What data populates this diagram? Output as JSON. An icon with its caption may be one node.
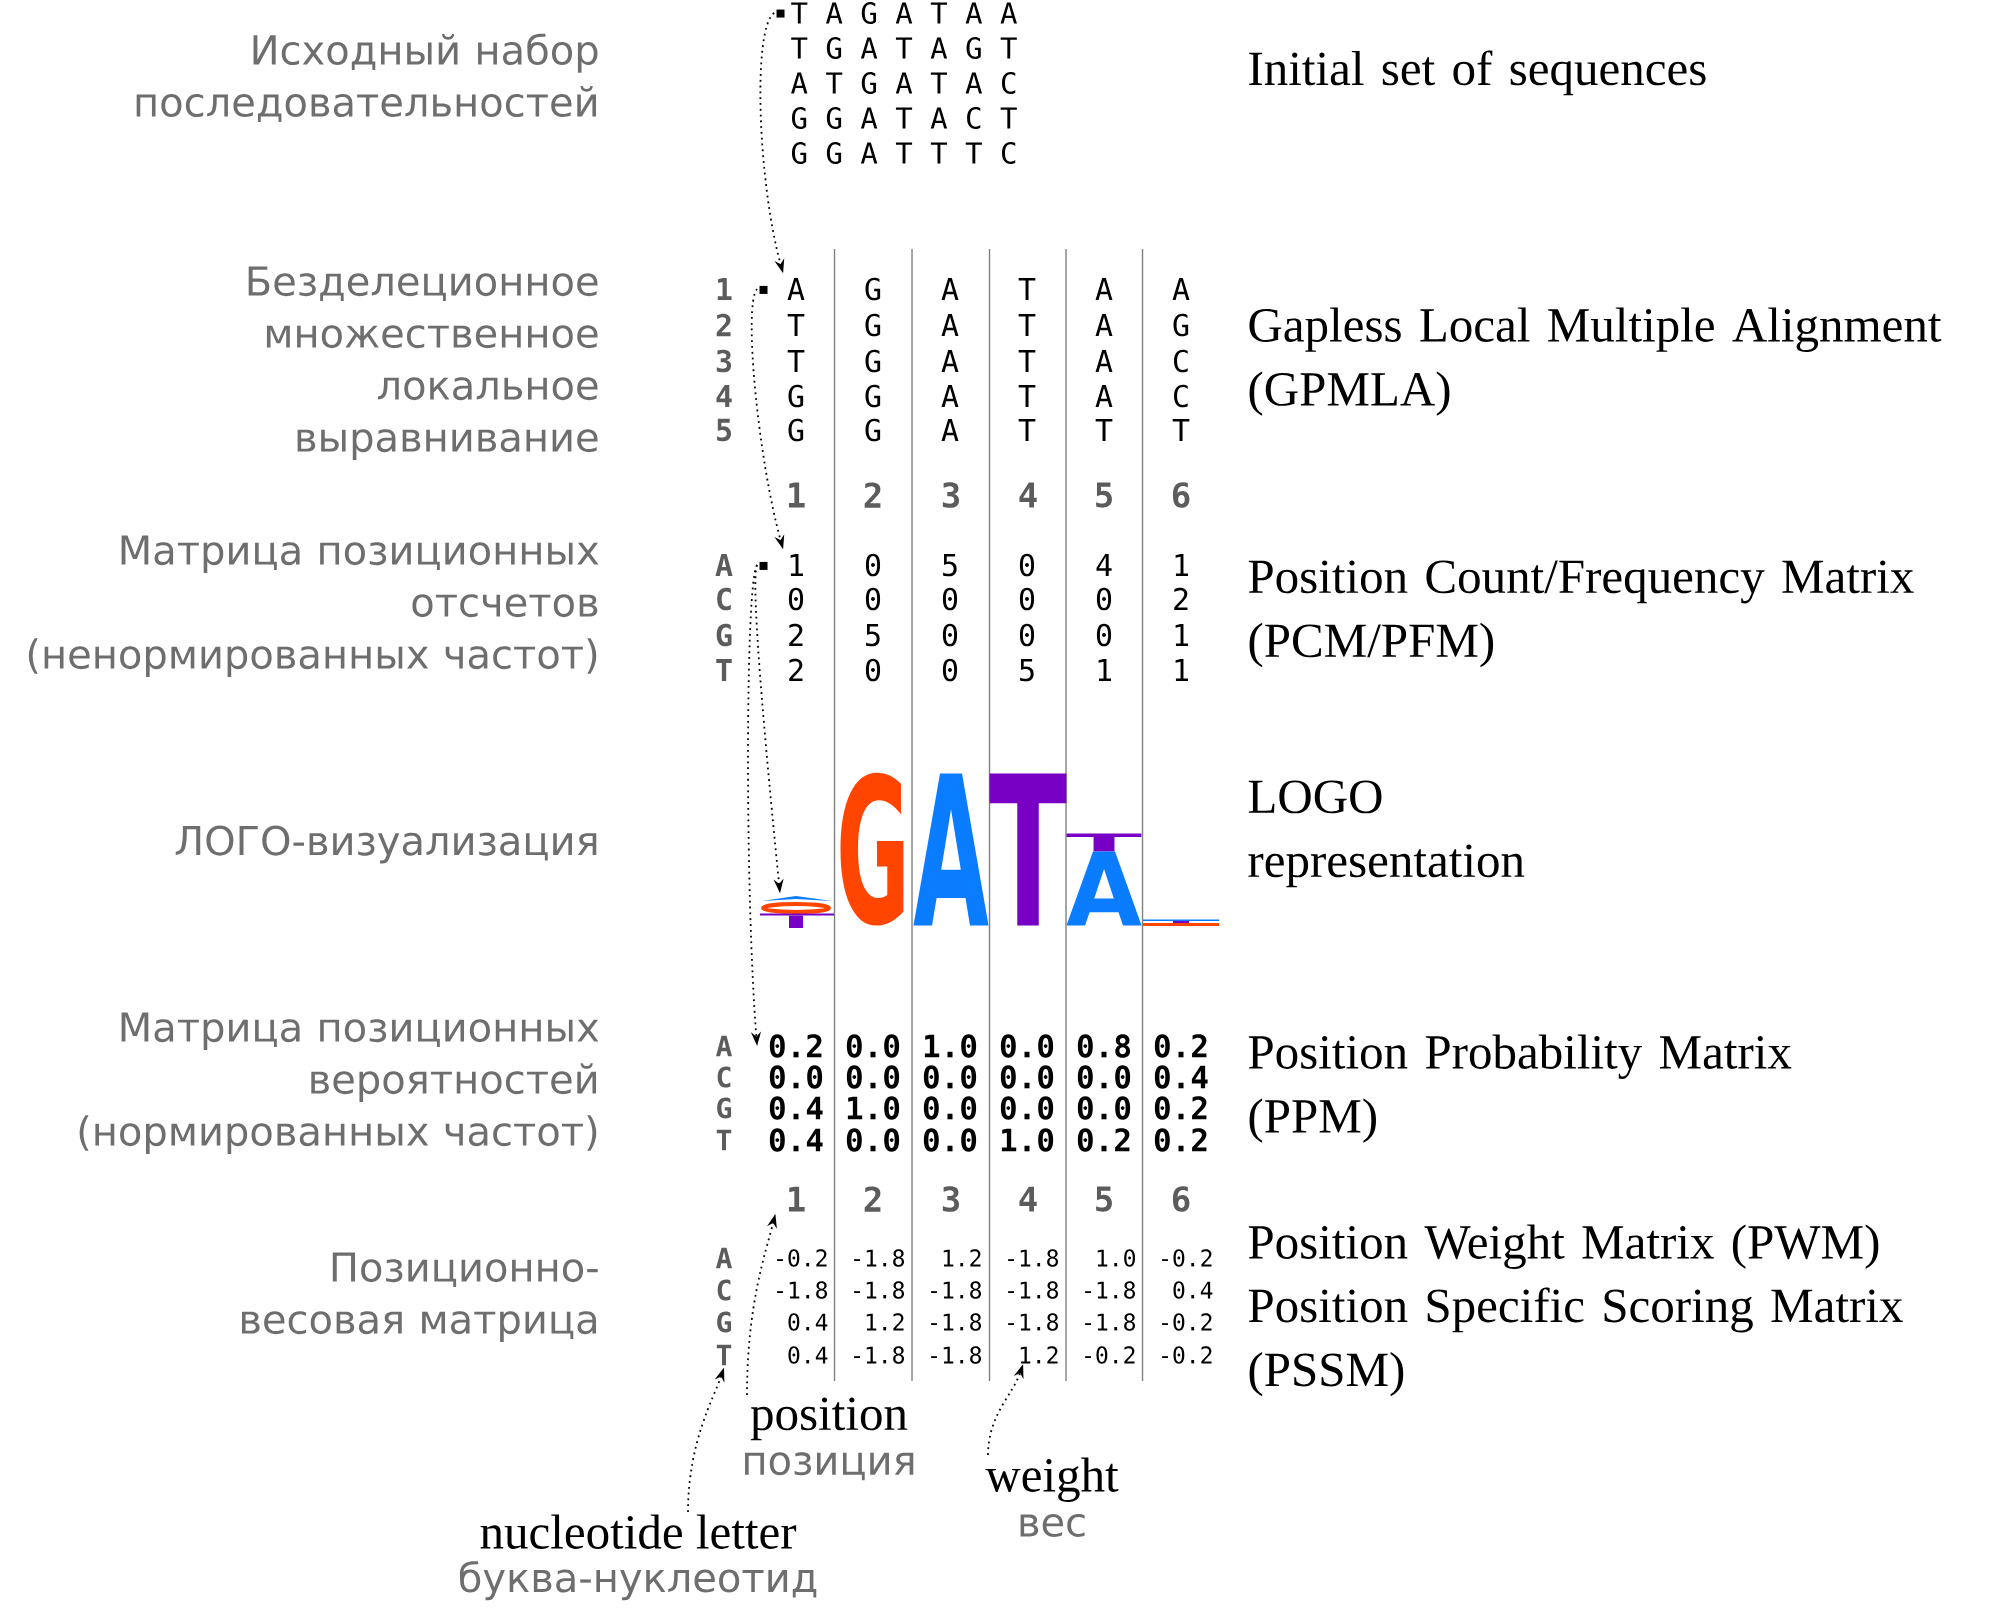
{
  "diagram": {
    "nodes": [
      {
        "text": [
          "T A G A T A A"
        ]
      },
      {
        "text": [
          "T G A T A G T"
        ]
      },
      {
        "text": [
          "A T G A T A C"
        ]
      },
      {
        "text": [
          "G G A T A C T"
        ]
      },
      {
        "text": [
          "G G A T T T C"
        ]
      },
      {
        "text": [
          "A",
          "G",
          "A",
          "T",
          "A",
          "A"
        ]
      },
      {
        "text": [
          "T",
          "G",
          "A",
          "T",
          "A",
          "G"
        ]
      },
      {
        "text": [
          "T",
          "G",
          "A",
          "T",
          "A",
          "C"
        ]
      },
      {
        "text": [
          "G",
          "G",
          "A",
          "T",
          "A",
          "C"
        ]
      },
      {
        "text": [
          "G",
          "G",
          "A",
          "T",
          "T",
          "T"
        ]
      },
      {
        "text": [
          "1",
          "0",
          "5",
          "0",
          "4",
          "1"
        ]
      },
      {
        "text": [
          "0",
          "0",
          "0",
          "0",
          "0",
          "2"
        ]
      },
      {
        "text": [
          "2",
          "5",
          "0",
          "0",
          "0",
          "1"
        ]
      },
      {
        "text": [
          "2",
          "0",
          "0",
          "5",
          "1",
          "1"
        ]
      },
      {
        "text": [],
        "shape": "picture"
      },
      {
        "text": [
          "G"
        ]
      },
      {
        "text": [
          "A"
        ]
      },
      {
        "text": [
          "T"
        ]
      },
      {
        "text": [
          "T",
          "A"
        ]
      },
      {
        "text": [],
        "shape": "picture"
      },
      {
        "text": [
          "0.2",
          "0.0",
          "1.0",
          "0.0",
          "0.8",
          "0.2"
        ]
      },
      {
        "text": [
          "0.0",
          "0.0",
          "0.0",
          "0.0",
          "0.0",
          "0.4"
        ]
      },
      {
        "text": [
          "0.4",
          "1.0",
          "0.0",
          "0.0",
          "0.0",
          "0.2"
        ]
      },
      {
        "text": [
          "0.4",
          "0.0",
          "0.0",
          "1.0",
          "0.2",
          "0.2"
        ]
      },
      {
        "text": [
          "1"
        ]
      },
      {
        "text": [
          "-0.2",
          "-1.8",
          "1.2",
          "-1.8",
          "1.0",
          "-0.2"
        ]
      },
      {
        "text": [
          "-1.8",
          "-1.8",
          "-1.8",
          "-1.8",
          "-1.8",
          "0.4"
        ]
      },
      {
        "text": [
          "0.4",
          "1.2",
          "-1.8",
          "-1.8",
          "-1.8",
          "-0.2"
        ]
      },
      {
        "text": [
          "0.4",
          "-1.8",
          "-1.8",
          "1.2",
          "-0.2",
          "-0.2"
        ]
      },
      {
        "text": [
          "T"
        ]
      },
      {
        "text": [
          "position",
          "позиция"
        ]
      },
      {
        "text": [
          "weight",
          "вес"
        ]
      },
      {
        "text": [
          "nucleotide letter",
          "буква-нуклеотид"
        ]
      }
    ],
    "edges": [
      {
        "from": 0,
        "to": 5,
        "arrow": "to"
      },
      {
        "from": 5,
        "to": 10,
        "arrow": "to"
      },
      {
        "from": 10,
        "to": 20,
        "arrow": "to"
      },
      {
        "from": 10,
        "to": 14,
        "arrow": "to"
      },
      {
        "from": 32,
        "to": 29,
        "arrow": "to"
      },
      {
        "from": 30,
        "to": 24,
        "arrow": "to"
      },
      {
        "from": 31,
        "to": 28,
        "arrow": "to"
      }
    ],
    "labels": [
      "Исходный набор последовательностей",
      "Initial set of sequences",
      "Безделеционное множественное локальное выравнивание",
      "Gapless Local Multiple Alignment (GPMLA)",
      "1",
      "2",
      "3",
      "4",
      "5",
      "1",
      "2",
      "3",
      "4",
      "5",
      "6",
      "Матрица позиционных отсчетов (ненормированных частот)",
      "Position Count/Frequency Matrix (PCM/PFM)",
      "A",
      "C",
      "G",
      "T",
      "ЛОГО-визуализация",
      "LOGO representation",
      "Матрица позиционных вероятностей (нормированных частот)",
      "Position Probability Matrix (PPM)",
      "A",
      "C",
      "G",
      "T",
      "2",
      "3",
      "4",
      "5",
      "6",
      "Позиционно-весовая матрица",
      "Position Weight Matrix (PWM)",
      "Position Specific Scoring Matrix (PSSM)",
      "A",
      "C",
      "G"
    ]
  }
}
